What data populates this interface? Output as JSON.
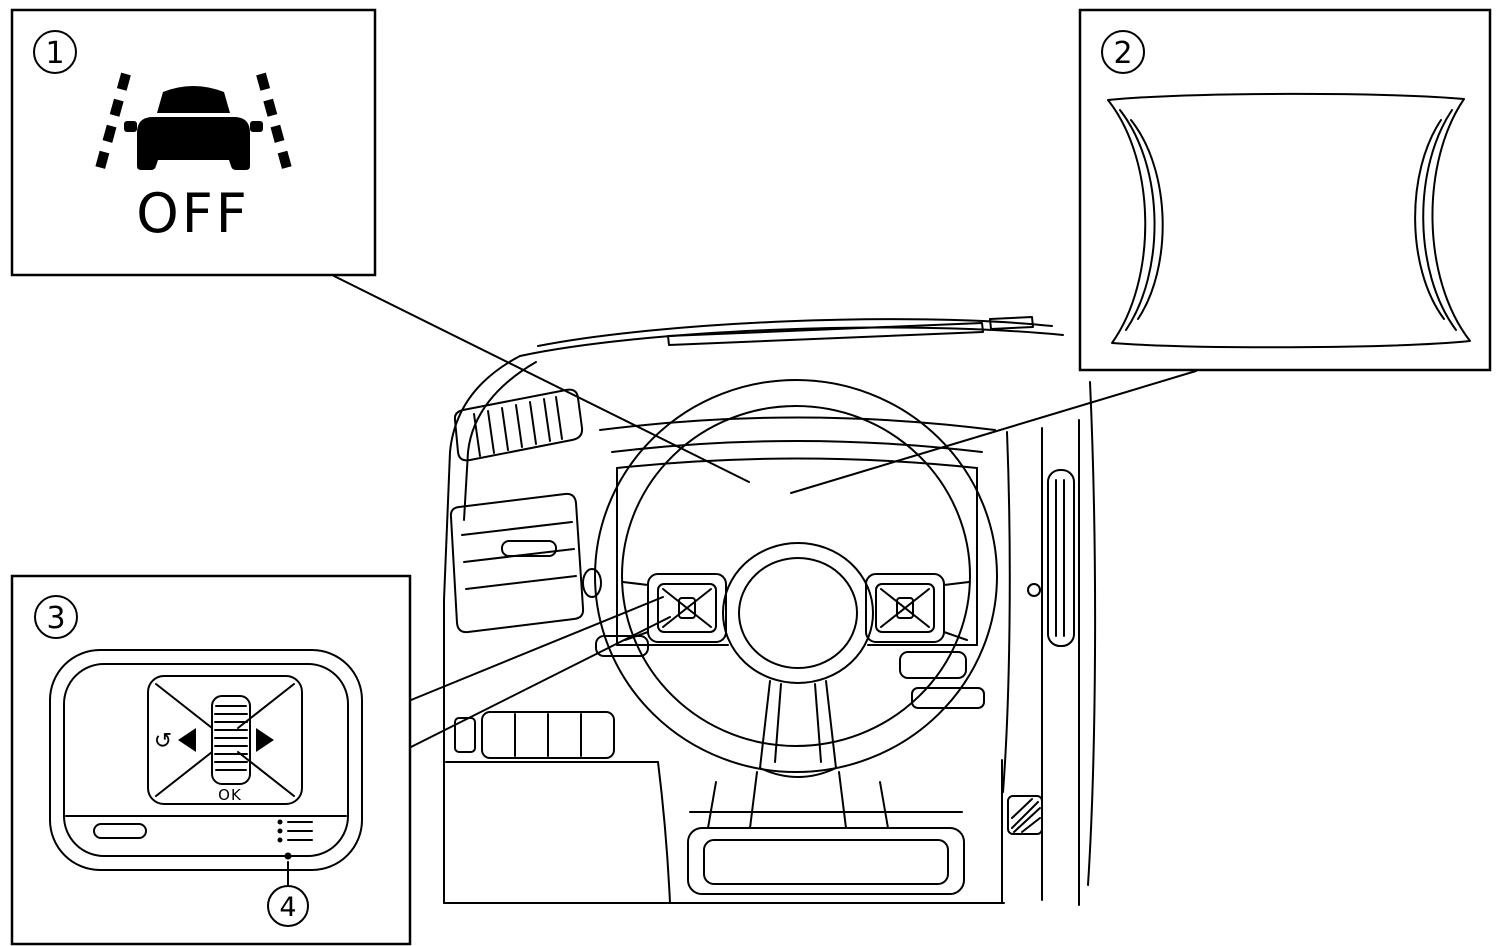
{
  "colors": {
    "line": "#000000",
    "background": "#ffffff",
    "icon_fill": "#000000"
  },
  "callouts": {
    "c1": {
      "number": "1"
    },
    "c2": {
      "number": "2"
    },
    "c3": {
      "number": "3"
    },
    "c4": {
      "number": "4"
    }
  },
  "labels": {
    "off": "OFF",
    "ok": "OK",
    "return_arrow": "↺"
  },
  "icons": [
    {
      "name": "lane-departure-warning-off-icon"
    },
    {
      "name": "instrument-cluster-screen"
    },
    {
      "name": "steering-switch-detail"
    },
    {
      "name": "scroll-wheel-icon"
    },
    {
      "name": "left-arrow-icon"
    },
    {
      "name": "right-arrow-icon"
    },
    {
      "name": "return-arrow-icon"
    },
    {
      "name": "menu-list-icon"
    }
  ]
}
